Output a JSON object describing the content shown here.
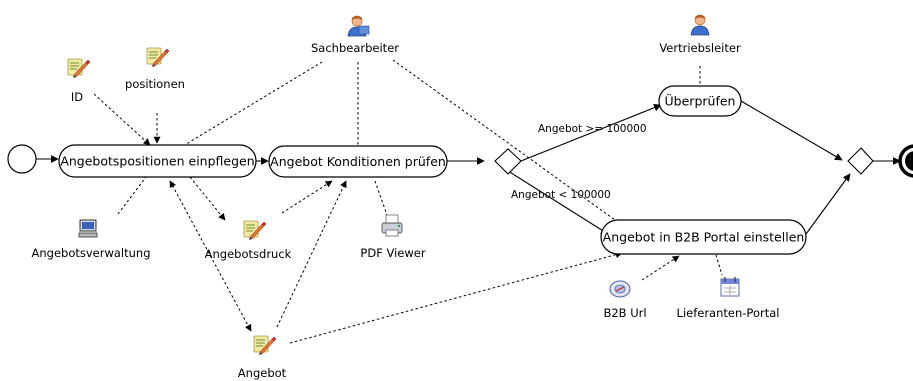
{
  "tasks": {
    "t1": "Angebotspositionen einpflegen",
    "t2": "Angebot Konditionen prüfen",
    "t3": "Überprüfen",
    "t4": "Angebot in B2B Portal einstellen"
  },
  "labels": {
    "id": "ID",
    "positionen": "positionen",
    "sachbearbeiter": "Sachbearbeiter",
    "vertriebsleiter": "Vertriebsleiter",
    "angebotsverwaltung": "Angebotsverwaltung",
    "angebotsdruck": "Angebotsdruck",
    "pdf_viewer": "PDF Viewer",
    "angebot": "Angebot",
    "b2b_url": "B2B Url",
    "lieferanten_portal": "Lieferanten-Portal"
  },
  "conditions": {
    "high": "Angebot >= 100000",
    "low": "Angebot < 100000"
  },
  "icons": {
    "document": "document-pencil-icon",
    "person": "person-icon",
    "computer": "computer-icon",
    "printer": "printer-icon",
    "link": "url-link-icon",
    "calendar": "calendar-icon"
  }
}
